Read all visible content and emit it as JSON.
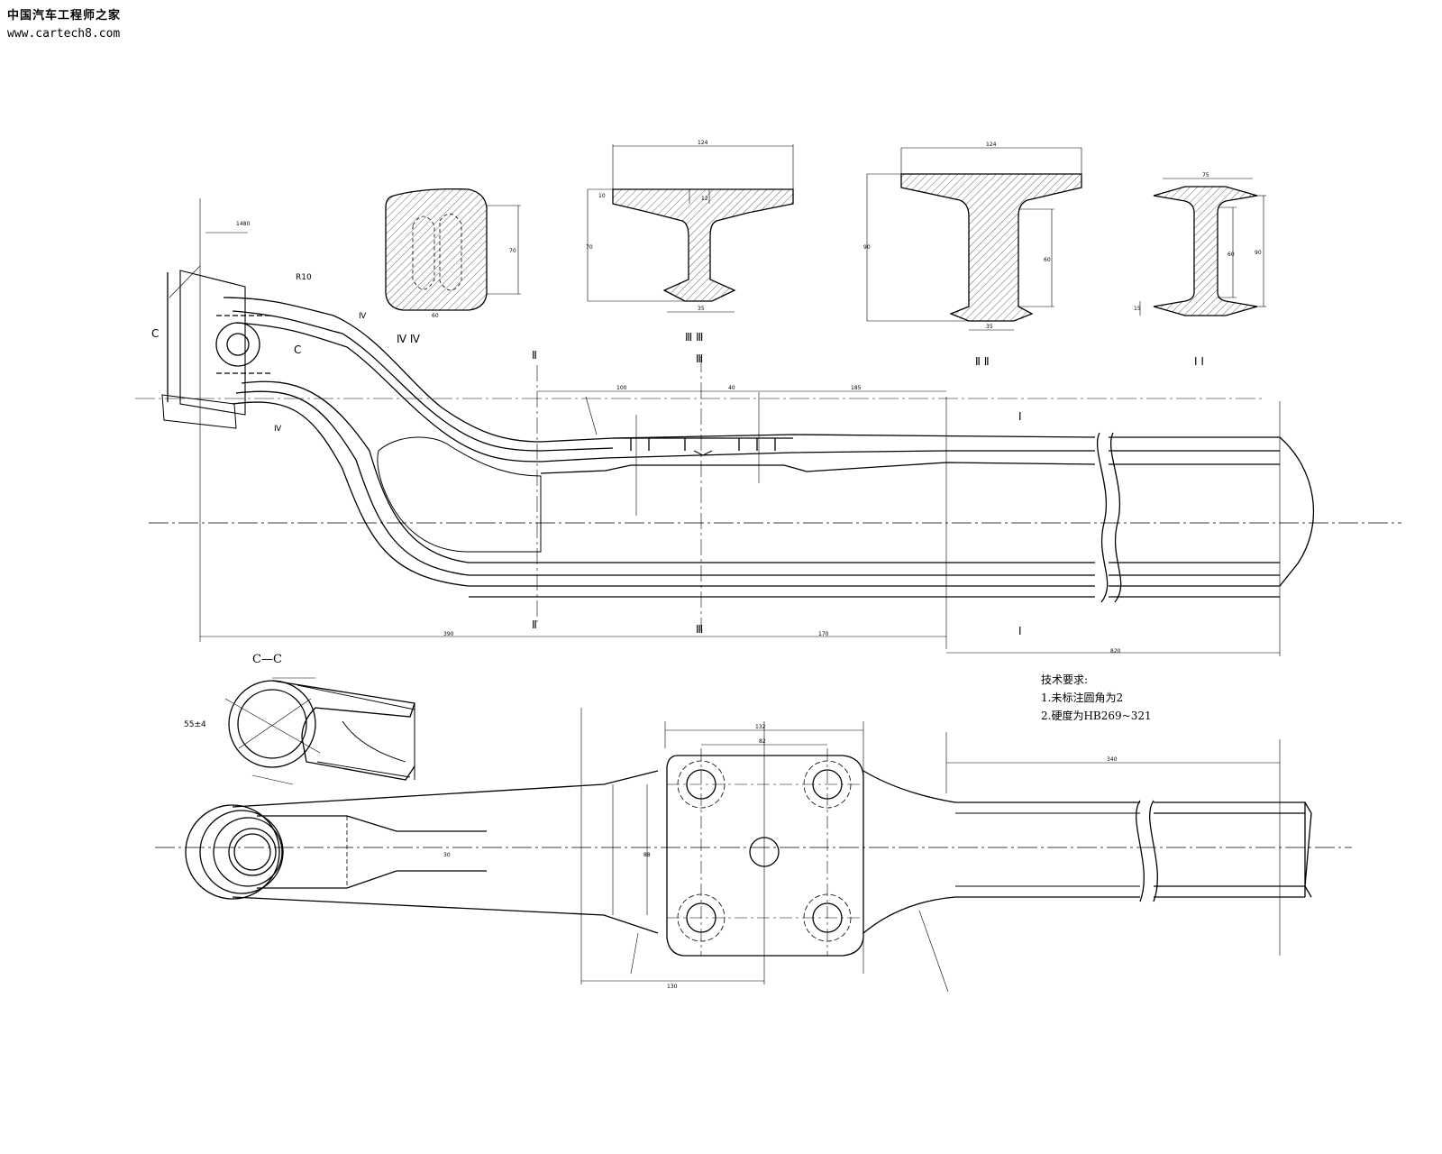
{
  "watermark": {
    "site_name": "中国汽车工程师之家",
    "url": "www.cartech8.com"
  },
  "technical_requirements": {
    "title": "技术要求:",
    "items": [
      "1.未标注圆角为2",
      "2.硬度为HB269~321"
    ]
  },
  "section_titles": {
    "iv": "Ⅳ Ⅳ",
    "iii": "Ⅲ Ⅲ",
    "ii": "Ⅱ Ⅱ",
    "i": "Ⅰ Ⅰ",
    "cc": "C—C"
  },
  "section_marks": {
    "i_top": "Ⅰ",
    "i_bottom": "Ⅰ",
    "ii_top": "Ⅱ",
    "ii_bottom": "Ⅱ",
    "iii_top": "Ⅲ",
    "iii_bottom": "Ⅲ",
    "iv_a": "Ⅳ",
    "iv_b": "Ⅳ",
    "c_left": "C",
    "c_right": "C"
  },
  "dimensions": {
    "d1480": "1480",
    "r10": "R10",
    "d390": "390",
    "d170": "170",
    "d820": "820",
    "d100": "100",
    "d40": "40",
    "d185": "185",
    "sec4_w": "60",
    "sec4_h": "70",
    "sec3_w": "124",
    "sec3_h": "70",
    "sec3_web": "12",
    "sec3_fl": "10",
    "sec3_bot": "35",
    "sec2_w": "124",
    "sec2_h": "90",
    "sec2_web": "60",
    "sec2_bot": "35",
    "sec1_w": "75",
    "sec1_h": "90",
    "sec1_web": "60",
    "sec1_fl": "15",
    "cc_55": "55±4",
    "d132": "132",
    "d82": "82",
    "d88": "88",
    "d130": "130",
    "d340": "340",
    "d30": "30"
  }
}
